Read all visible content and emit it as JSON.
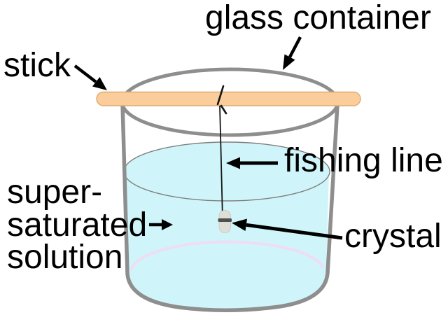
{
  "diagram": {
    "labels": {
      "glass_container": "glass container",
      "stick": "stick",
      "fishing_line": "fishing line",
      "supersaturated_line1": "super-",
      "supersaturated_line2": "saturated",
      "supersaturated_line3": "solution",
      "crystal": "crystal"
    },
    "colors": {
      "solution_fill": "#CFF5FA",
      "glass_stroke": "#8E8E8E",
      "surface_stroke": "#7F7F7F",
      "stick_fill": "#FBCD9A",
      "stick_stroke": "#DCAC72",
      "crystal_fill": "#DFDFD7",
      "crystal_tie": "#50504C",
      "pink_reflection": "#ECDFF5",
      "fishing_line_color": "#151515",
      "arrow_color": "#000000",
      "label_text": "#000000"
    }
  }
}
